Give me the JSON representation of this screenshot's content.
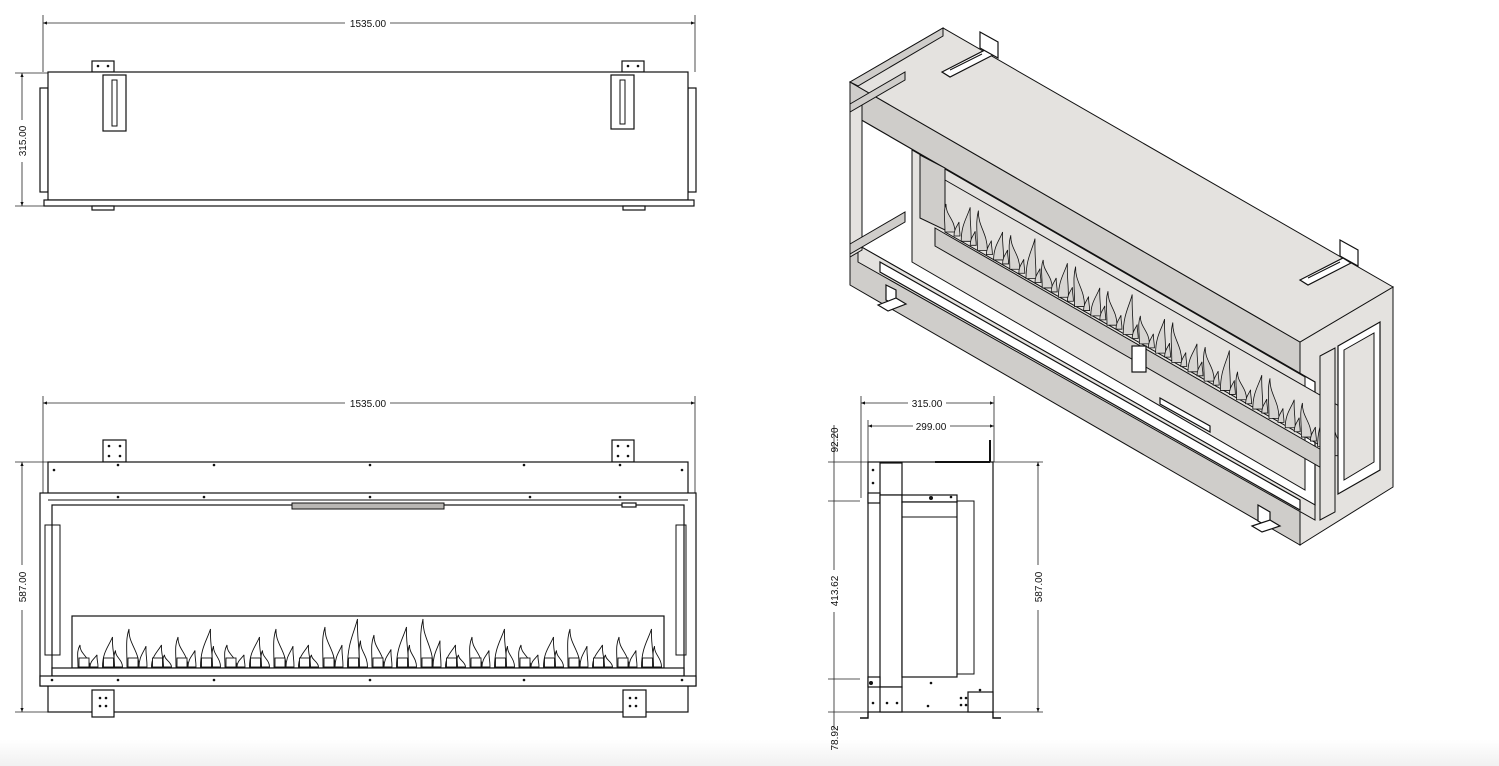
{
  "drawing": {
    "top_view": {
      "width_label": "1535.00",
      "depth_label": "315.00"
    },
    "front_view": {
      "width_label": "1535.00",
      "height_label": "587.00"
    },
    "side_view": {
      "overall_depth_label": "315.00",
      "inner_depth_label": "299.00",
      "top_offset_label": "92.20",
      "opening_height_label": "413.62",
      "bottom_offset_label": "78.92",
      "overall_height_label": "587.00"
    }
  }
}
